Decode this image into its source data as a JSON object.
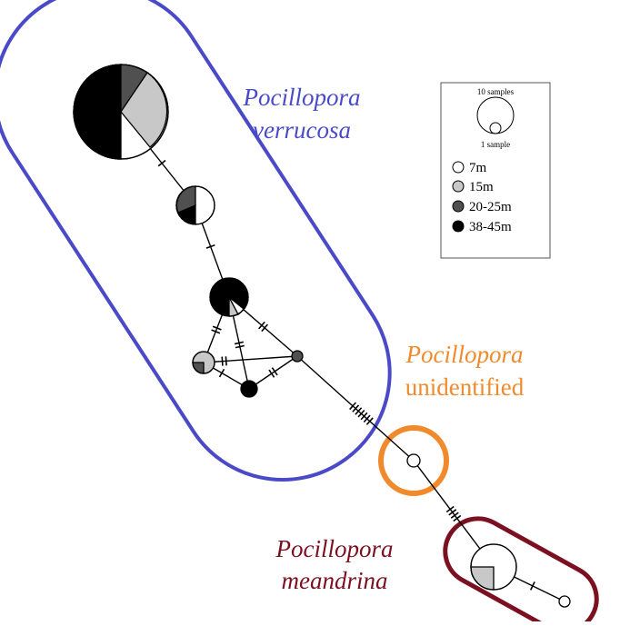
{
  "groups": {
    "verrucosa": {
      "label_line1": "Pocillopora",
      "label_line2": "verrucosa",
      "color": "#4a4ac8"
    },
    "unidentified": {
      "label_line1": "Pocillopora",
      "label_line2": "unidentified",
      "color": "#f08a2c"
    },
    "meandrina": {
      "label_line1": "Pocillopora",
      "label_line2": "meandrina",
      "color": "#7a1020"
    }
  },
  "legend": {
    "size_large_label": "10 samples",
    "size_small_label": "1 sample",
    "depths": [
      {
        "label": "7m",
        "color": "#ffffff"
      },
      {
        "label": "15m",
        "color": "#c8c8c8"
      },
      {
        "label": "20-25m",
        "color": "#505050"
      },
      {
        "label": "38-45m",
        "color": "#000000"
      }
    ]
  }
}
